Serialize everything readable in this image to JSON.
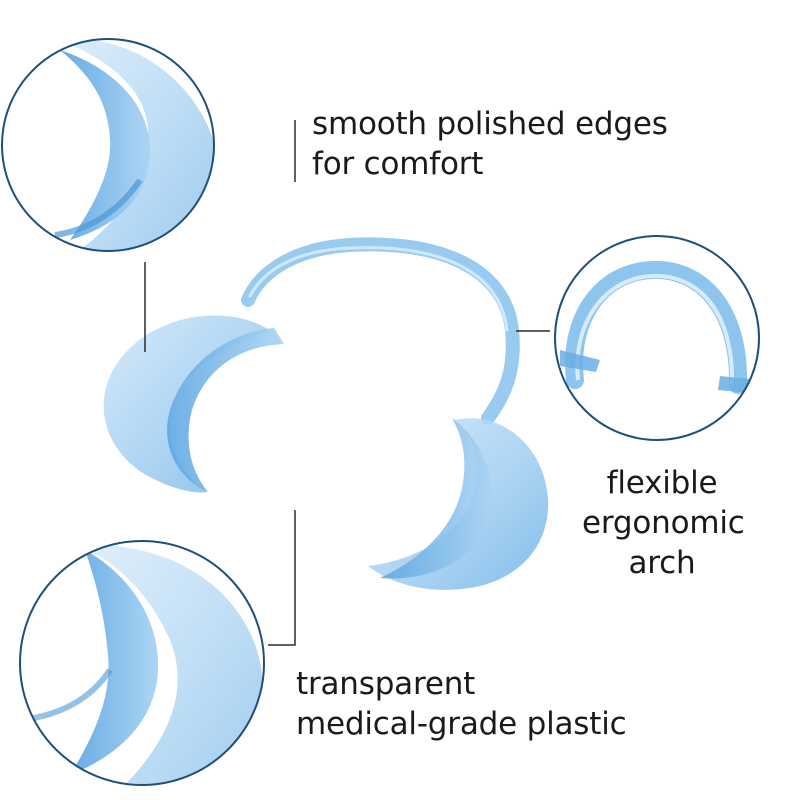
{
  "captions": {
    "polished_edges": {
      "line1": "smooth polished edges",
      "line2": "for comfort"
    },
    "flexible_arch": {
      "line1": "flexible",
      "line2": "ergonomic",
      "line3": "arch"
    },
    "material": {
      "line1": "transparent",
      "line2": "medical-grade plastic"
    }
  },
  "colors": {
    "plastic_blue": "#8cc3ee",
    "plastic_edge": "#5fa6e0",
    "circle_outline": "#1f4f7a",
    "leader_line": "#2a2a2a"
  }
}
